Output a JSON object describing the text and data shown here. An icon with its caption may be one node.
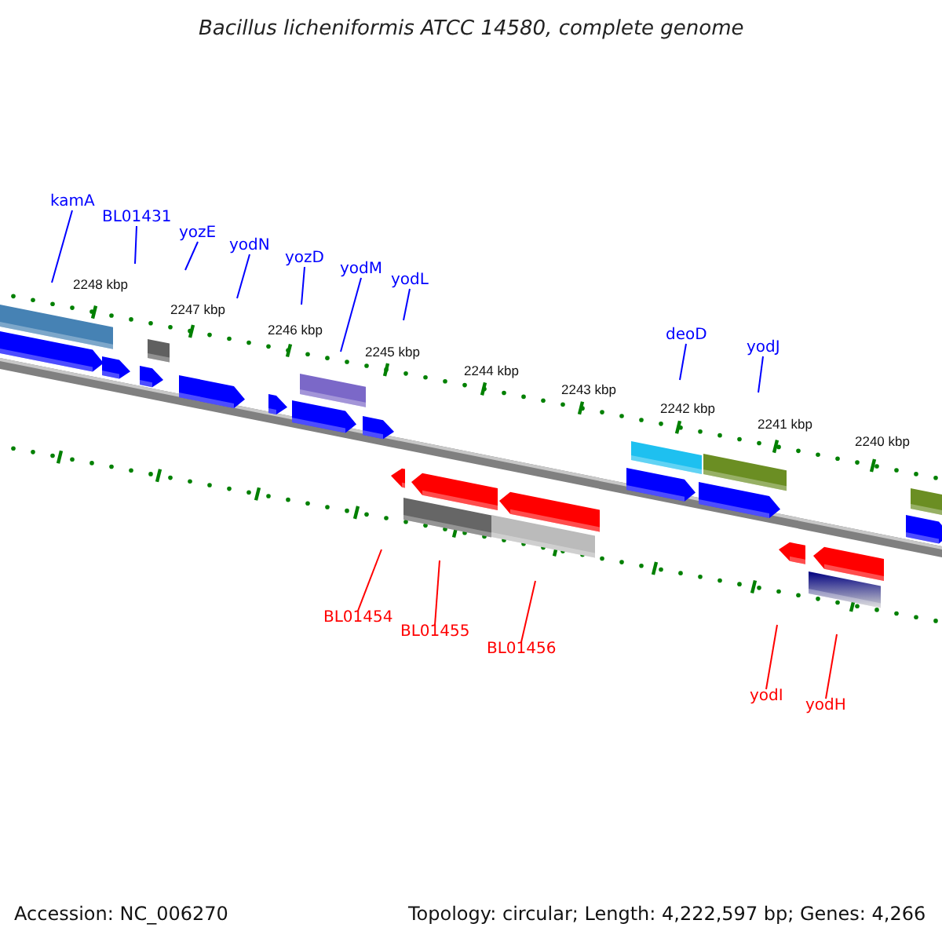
{
  "diagram": {
    "title": "Bacillus licheniformis ATCC 14580, complete genome",
    "nodes": [
      {
        "text": [
          "kamA"
        ]
      },
      {
        "text": [
          "BL01431"
        ]
      },
      {
        "text": [
          "yozE"
        ]
      },
      {
        "text": [
          "yodN"
        ]
      },
      {
        "text": [
          "yozD"
        ]
      },
      {
        "text": [
          "yodM"
        ]
      },
      {
        "text": [
          "yodL"
        ]
      },
      {
        "text": [
          "deoD"
        ]
      },
      {
        "text": [
          "yodJ"
        ]
      },
      {
        "text": [
          "BL01454"
        ]
      },
      {
        "text": [
          "BL01455"
        ]
      },
      {
        "text": [
          "BL01456"
        ]
      },
      {
        "text": [
          "yodI"
        ]
      },
      {
        "text": [
          "yodH"
        ]
      }
    ],
    "edges": [
      {
        "from": 0,
        "to": null,
        "arrow": "none",
        "color": "#0000ff"
      },
      {
        "from": 1,
        "to": null,
        "arrow": "none",
        "color": "#0000ff"
      },
      {
        "from": 2,
        "to": null,
        "arrow": "none",
        "color": "#0000ff"
      },
      {
        "from": 3,
        "to": null,
        "arrow": "none",
        "color": "#0000ff"
      },
      {
        "from": 4,
        "to": null,
        "arrow": "none",
        "color": "#0000ff"
      },
      {
        "from": 5,
        "to": null,
        "arrow": "none",
        "color": "#0000ff"
      },
      {
        "from": 6,
        "to": null,
        "arrow": "none",
        "color": "#0000ff"
      },
      {
        "from": 7,
        "to": null,
        "arrow": "none",
        "color": "#0000ff"
      },
      {
        "from": 8,
        "to": null,
        "arrow": "none",
        "color": "#0000ff"
      },
      {
        "from": 9,
        "to": null,
        "arrow": "none",
        "color": "#ff0000"
      },
      {
        "from": 10,
        "to": null,
        "arrow": "none",
        "color": "#ff0000"
      },
      {
        "from": 11,
        "to": null,
        "arrow": "none",
        "color": "#ff0000"
      },
      {
        "from": 12,
        "to": null,
        "arrow": "none",
        "color": "#ff0000"
      },
      {
        "from": 13,
        "to": null,
        "arrow": "none",
        "color": "#ff0000"
      }
    ],
    "labels": [
      "2248 kbp",
      "2247 kbp",
      "2246 kbp",
      "2245 kbp",
      "2244 kbp",
      "2243 kbp",
      "2242 kbp",
      "2241 kbp",
      "2240 kbp",
      "Accession: NC_006270",
      "Topology: circular; Length: 4,222,597 bp; Genes: 4,266"
    ]
  }
}
